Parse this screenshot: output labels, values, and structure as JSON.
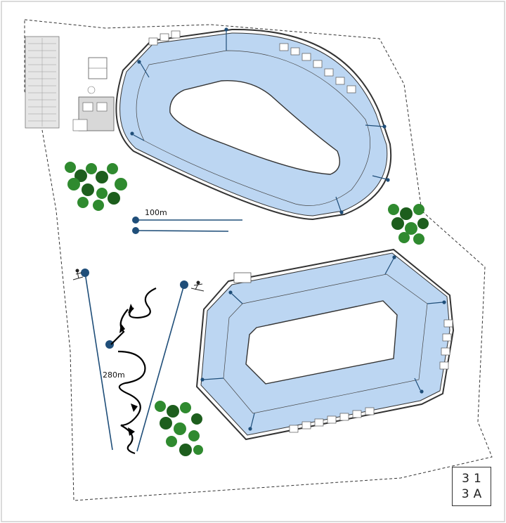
{
  "labels": {
    "short_distance": "100m",
    "long_distance": "280m"
  },
  "logo": {
    "line1": "31",
    "line2": "3A"
  },
  "colors": {
    "ice": "#bcd6f2",
    "track_line": "#2a2a2a",
    "pin": "#1f4e79",
    "trees": "#2f8a2f",
    "trees_dark": "#1d5e1d"
  },
  "icons": [
    "skier-icon",
    "tree-cluster-icon",
    "bench-icon",
    "pin-icon"
  ]
}
